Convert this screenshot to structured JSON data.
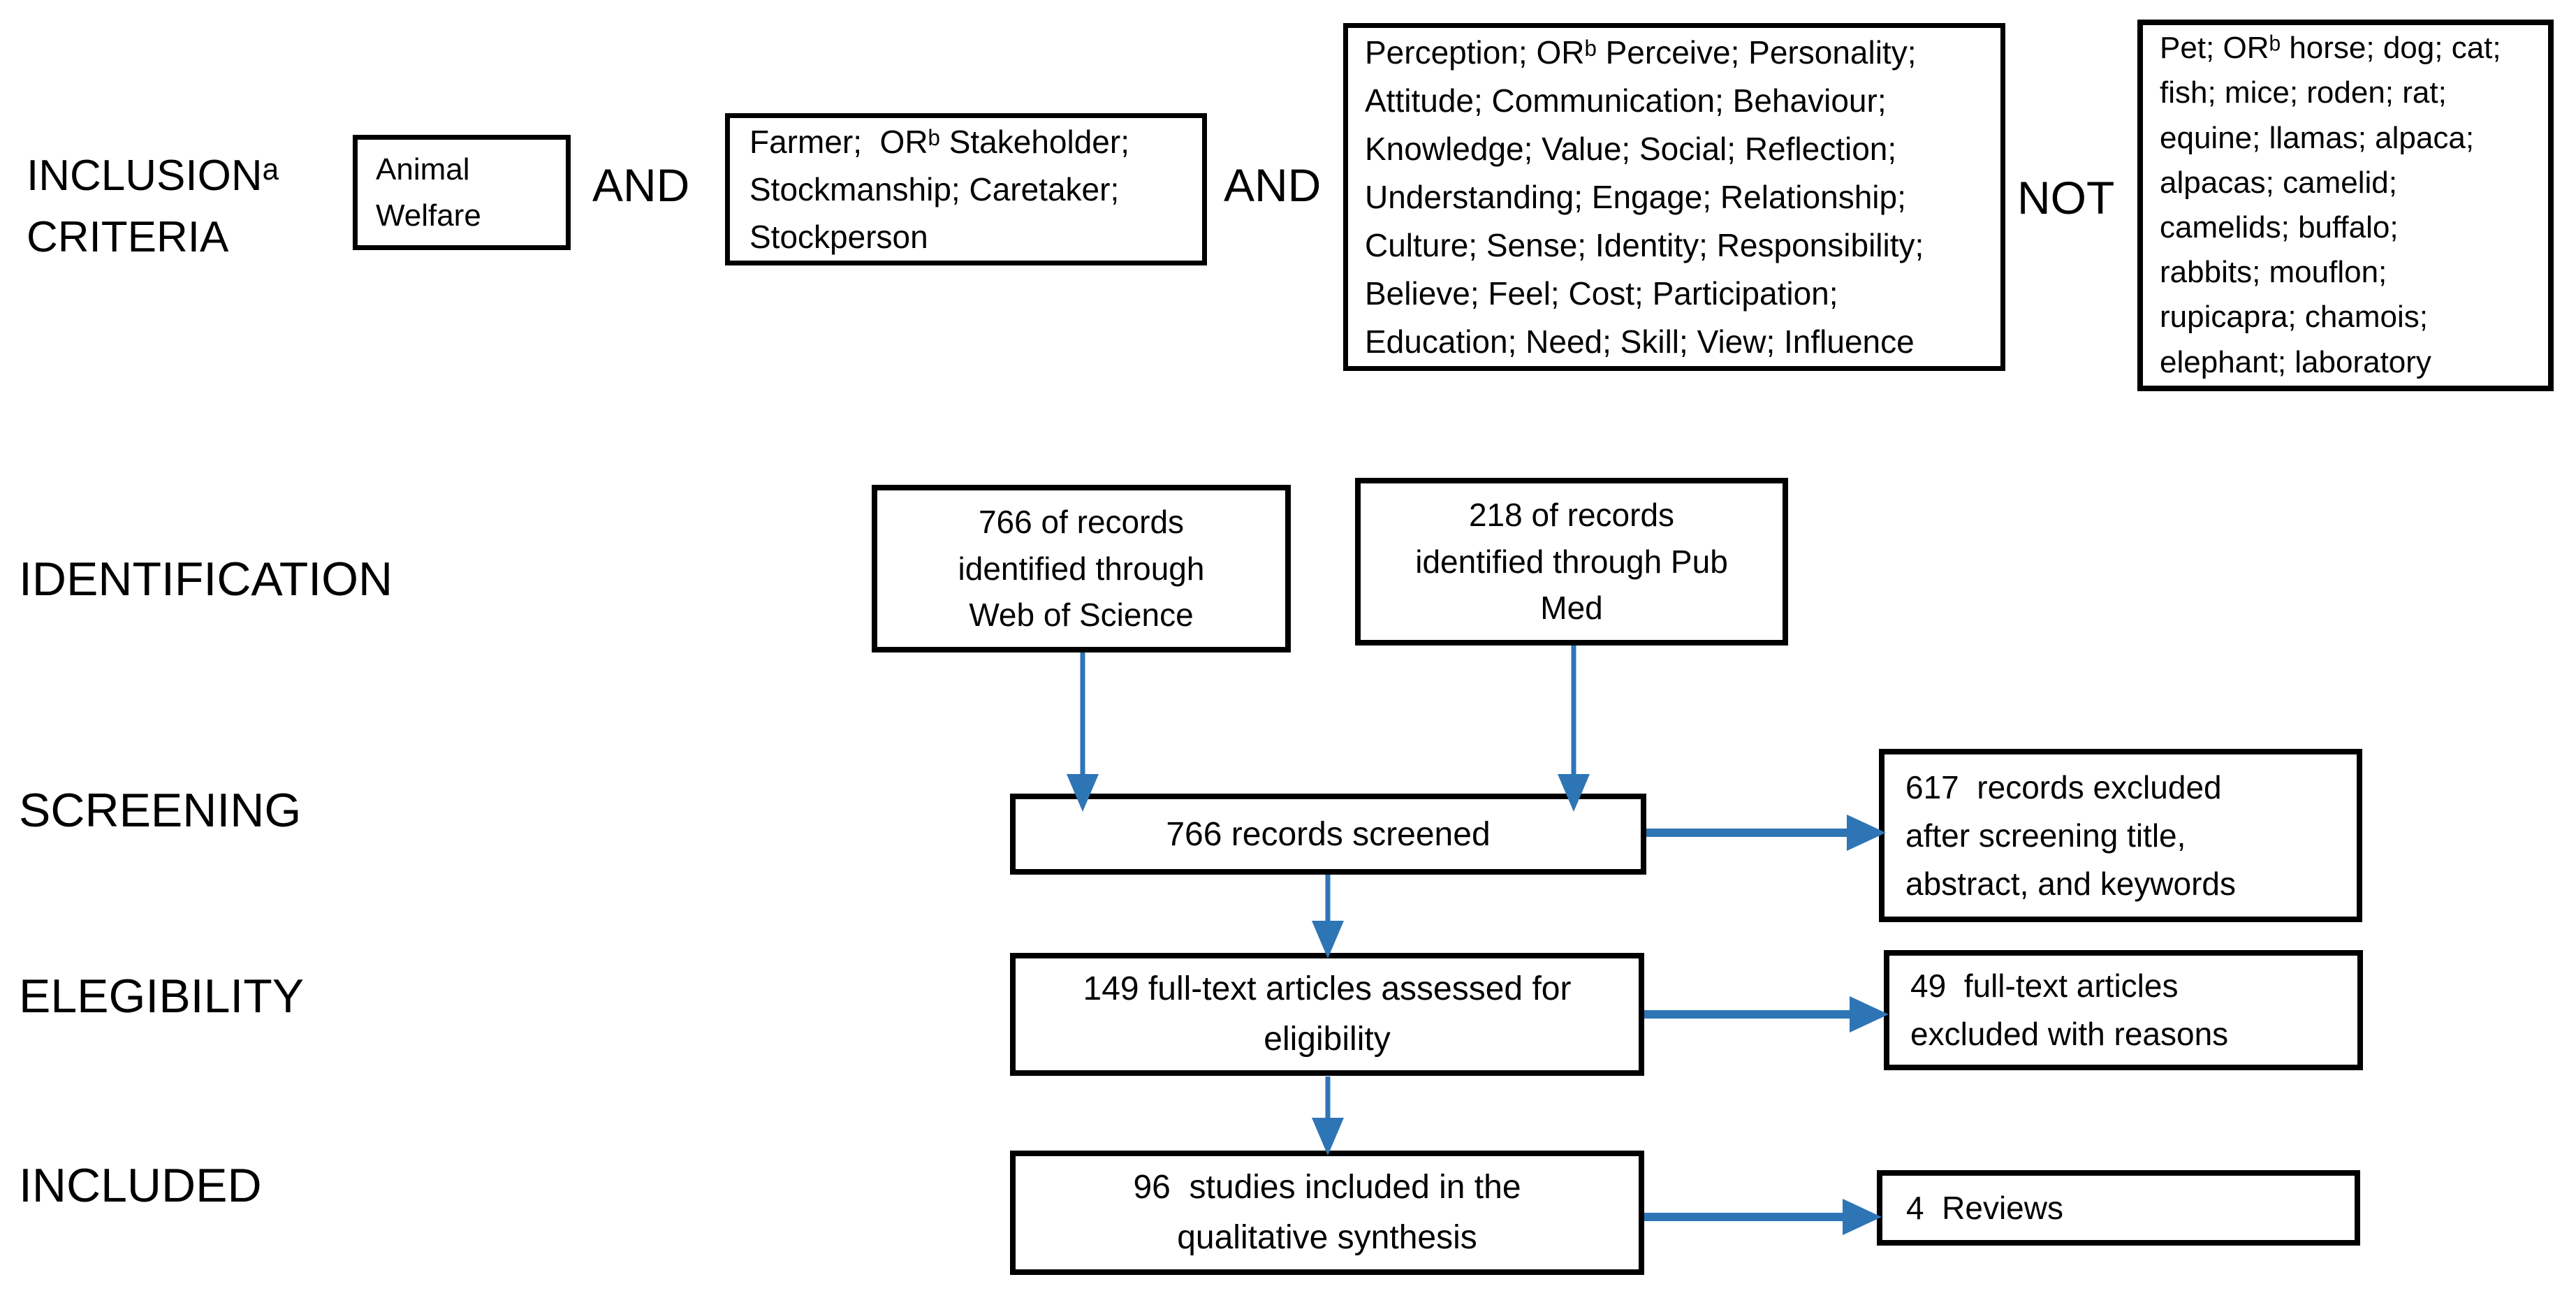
{
  "colors": {
    "arrow_blue": "#2E75B6",
    "box_border": "#000000",
    "text": "#000000",
    "background": "#FFFFFF"
  },
  "criteria": {
    "label": "INCLUSIONᵃ\nCRITERIA",
    "and_1": "AND",
    "and_2": "AND",
    "not": "NOT",
    "animal_welfare": "Animal\nWelfare",
    "farmer": "Farmer;  ORᵇ Stakeholder;\nStockmanship; Caretaker;\nStockperson",
    "keywords": "Perception; ORᵇ Perceive; Personality;\nAttitude; Communication; Behaviour;\nKnowledge; Value; Social; Reflection;\nUnderstanding; Engage; Relationship;\nCulture; Sense; Identity; Responsibility;\nBelieve; Feel; Cost; Participation;\nEducation; Need; Skill; View; Influence",
    "exclusions": "Pet; ORᵇ horse; dog; cat;\nfish; mice; roden; rat;\nequine; llamas; alpaca;\nalpacas; camelid;\ncamelids; buffalo;\nrabbits; mouflon;\nrupicapra; chamois;\nelephant; laboratory"
  },
  "stages": {
    "identification": {
      "label": "IDENTIFICATION",
      "web_of_science": "766 of records\nidentified through\nWeb of Science",
      "pubmed": "218 of records\nidentified through Pub\nMed"
    },
    "screening": {
      "label": "SCREENING",
      "screened": "766 records screened",
      "excluded": "617  records excluded\nafter screening title,\nabstract, and keywords"
    },
    "eligibility": {
      "label": "ELEGIBILITY",
      "assessed": "149 full-text articles assessed for\neligibility",
      "excluded": "49  full-text articles\nexcluded with reasons"
    },
    "included": {
      "label": "INCLUDED",
      "synthesis": "96  studies included in the\nqualitative synthesis",
      "reviews": "4  Reviews"
    }
  }
}
